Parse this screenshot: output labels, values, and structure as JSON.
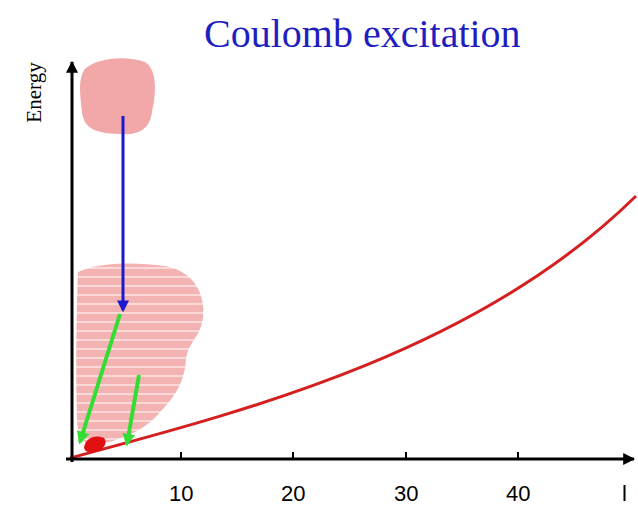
{
  "diagram": {
    "title": "Coulomb excitation",
    "labels": [
      "Energy",
      "10",
      "20",
      "30",
      "40",
      "l"
    ]
  }
}
